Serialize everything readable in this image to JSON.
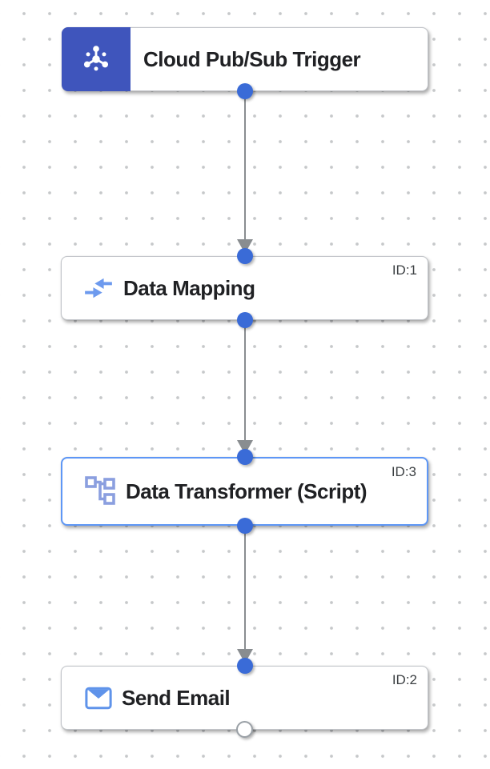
{
  "canvas": {
    "background_color": "#ffffff",
    "grid_dot_color": "#c6c8ca"
  },
  "colors": {
    "trigger_icon_bg": "#3f55bc",
    "connector_dot_blue": "#3a6bd7",
    "selected_node_border": "#5e97f6",
    "arrow_gray": "#898d90",
    "mapping_icon_blue": "#6d9aee",
    "transformer_icon_blue": "#8b9fdf",
    "email_icon_blue": "#5f93ea",
    "title_text": "#202124",
    "id_text": "#3c4043"
  },
  "nodes": {
    "trigger": {
      "title": "Cloud Pub/Sub Trigger",
      "icon": "pubsub-icon"
    },
    "mapping": {
      "title": "Data Mapping",
      "id": "ID:1",
      "icon": "data-mapping-icon"
    },
    "transformer": {
      "title": "Data Transformer (Script)",
      "id": "ID:3",
      "icon": "data-transformer-icon",
      "selected": true
    },
    "email": {
      "title": "Send Email",
      "id": "ID:2",
      "icon": "send-email-icon"
    }
  }
}
